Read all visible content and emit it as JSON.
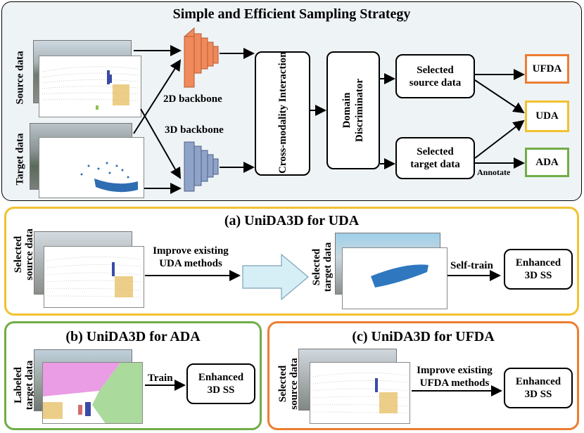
{
  "top": {
    "title": "Simple and Efficient Sampling Strategy",
    "source_label": "Source data",
    "target_label": "Target data",
    "backbone_2d": "2D backbone",
    "backbone_3d": "3D backbone",
    "cross_modality": "Cross-modality Interaction",
    "domain_discriminator": "Domain Discriminator",
    "selected_source": "Selected source data",
    "selected_target": "Selected target data",
    "annotate": "Annotate",
    "out_ufda": "UFDA",
    "out_uda": "UDA",
    "out_ada": "ADA"
  },
  "panel_a": {
    "title": "(a) UniDA3D for UDA",
    "selected_source_label": "Selected source data",
    "improve_label": "Improve existing UDA methods",
    "selected_target_label": "Selected target data",
    "self_train": "Self-train",
    "enhanced": "Enhanced 3D SS"
  },
  "panel_b": {
    "title": "(b) UniDA3D for ADA",
    "labeled_label": "Labeled target data",
    "train": "Train",
    "enhanced": "Enhanced 3D SS"
  },
  "panel_c": {
    "title": "(c) UniDA3D for UFDA",
    "selected_source_label": "Selected source data",
    "improve_label": "Improve existing UFDA methods",
    "enhanced": "Enhanced 3D SS"
  },
  "colors": {
    "top_bg": "#eef3f6",
    "top_border": "#000000",
    "uda_border": "#f2c12e",
    "ada_border": "#70ad47",
    "ufda_border": "#ed7d31",
    "backbone_2d": "#f08a5d",
    "backbone_3d": "#8fa3c9",
    "big_arrow": "#d6eef6"
  }
}
